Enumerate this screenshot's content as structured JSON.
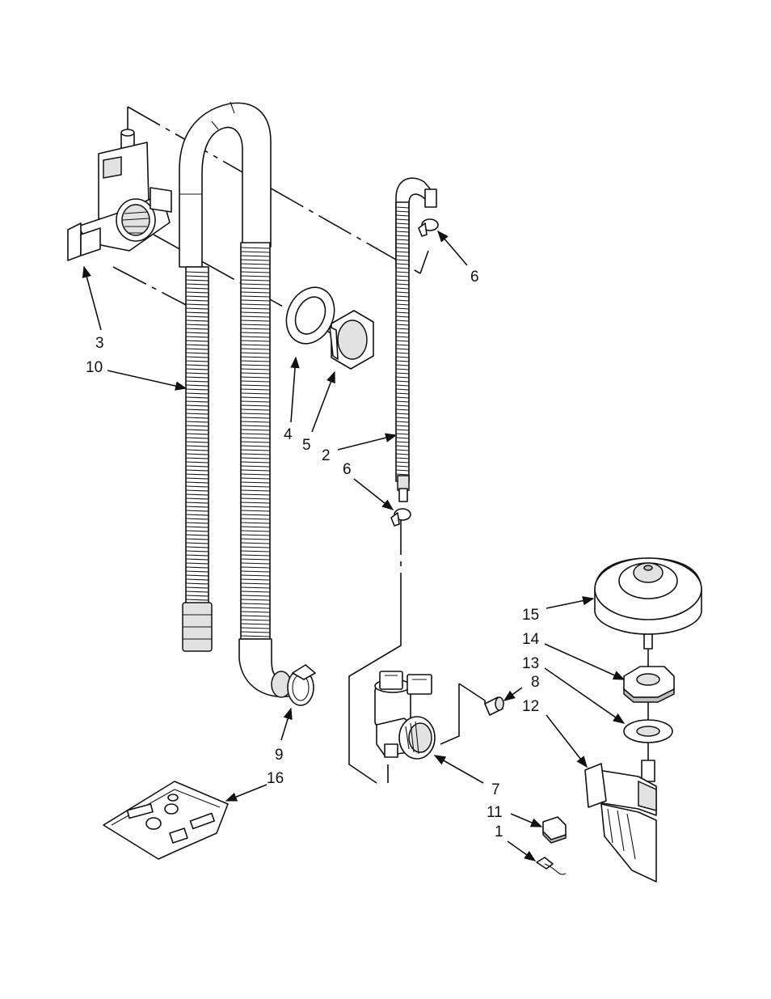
{
  "callouts": {
    "c1": "1",
    "c2": "2",
    "c3": "3",
    "c4": "4",
    "c5": "5",
    "c6a": "6",
    "c6b": "6",
    "c7": "7",
    "c8": "8",
    "c9": "9",
    "c10": "10",
    "c11": "11",
    "c12": "12",
    "c13": "13",
    "c14": "14",
    "c15": "15",
    "c16": "16"
  },
  "colors": {
    "line": "#111111",
    "shade": "#bfbfbf",
    "light": "#e2e2e2",
    "background": "#ffffff"
  }
}
